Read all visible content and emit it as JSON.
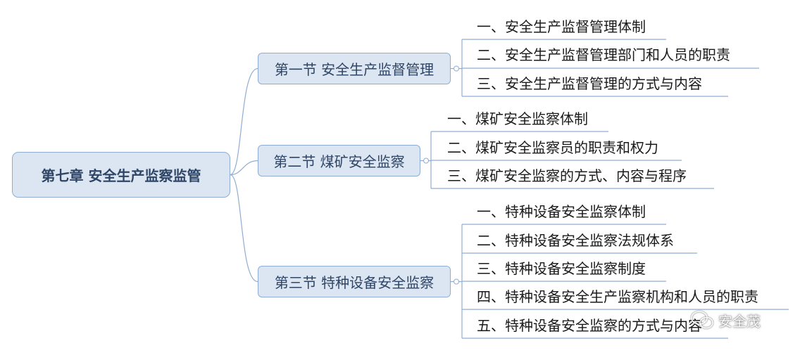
{
  "root": {
    "label": "第七章 安全生产监察监管"
  },
  "sections": [
    {
      "label": "第一节 安全生产监督管理",
      "items": [
        "一、安全生产监督管理体制",
        "二、安全生产监督管理部门和人员的职责",
        "三、安全生产监督管理的方式与内容"
      ]
    },
    {
      "label": "第二节 煤矿安全监察",
      "items": [
        "一、煤矿安全监察体制",
        "二、煤矿安全监察员的职责和权力",
        "三、煤矿安全监察的方式、内容与程序"
      ]
    },
    {
      "label": "第三节 特种设备安全监察",
      "items": [
        "一、特种设备安全监察体制",
        "二、特种设备安全监察法规体系",
        "三、特种设备安全监察制度",
        "四、特种设备安全生产监察机构和人员的职责",
        "五、特种设备安全监察的方式与内容"
      ]
    }
  ],
  "watermark": {
    "text": "安全茂"
  },
  "colors": {
    "node_fill": "#dce6f3",
    "node_border": "#8fadd3",
    "node_text": "#2f4566",
    "connector": "#8fadd3",
    "leaf_text": "#1a1a1a"
  }
}
